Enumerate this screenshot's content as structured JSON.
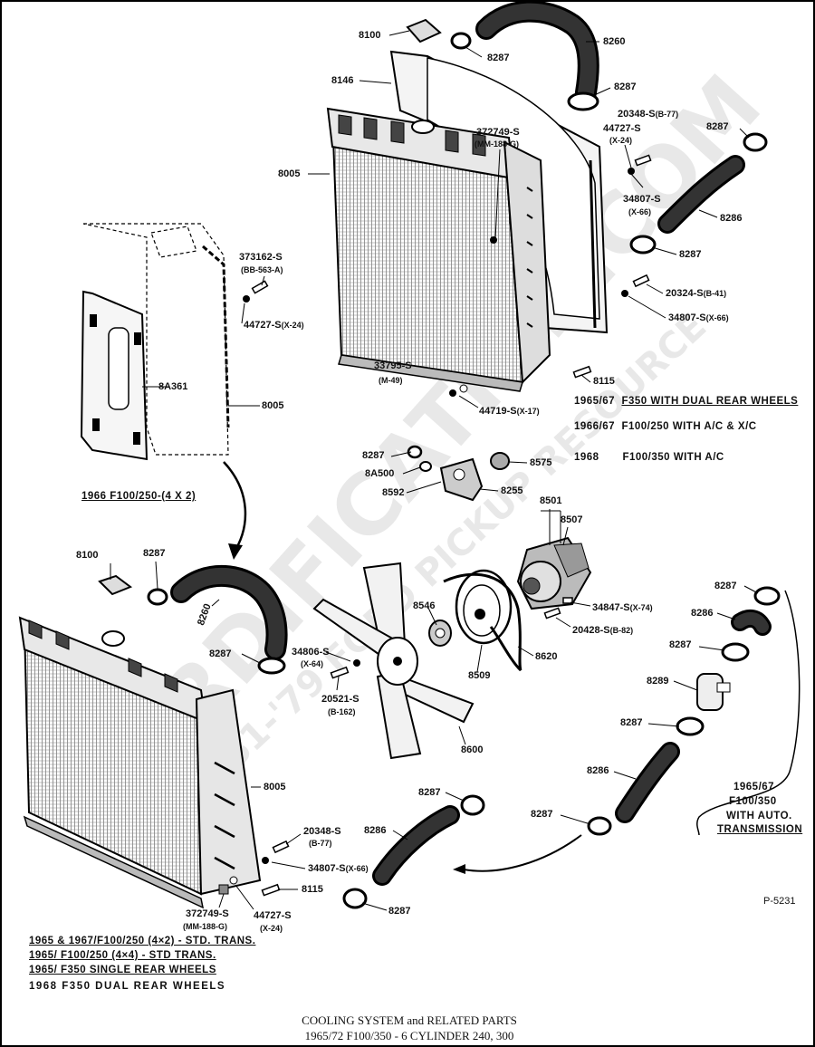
{
  "title": [
    "COOLING SYSTEM and RELATED PARTS",
    "1965/72 F100/350 - 6 CYLINDER 240, 300"
  ],
  "figure_code": "P-5231",
  "watermark": [
    "FORDIFICATION.COM",
    "THE '61-'79 FORD PICKUP RESOURCE"
  ],
  "part_labels": {
    "p8100_top": "8100",
    "p8287_a": "8287",
    "p8260_top": "8260",
    "p8287_b": "8287",
    "p8146": "8146",
    "p20348_top": "20348-S",
    "p20348_top_code": "(B-77)",
    "p44727_top": "44727-S",
    "p44727_top_code": "(X-24)",
    "p8287_c": "8287",
    "p372749_top": "372749-S",
    "p372749_top_code": "(MM-188-G)",
    "p8005_top": "8005",
    "p34807_top": "34807-S",
    "p34807_top_code": "(X-66)",
    "p8286_top": "8286",
    "p8287_d": "8287",
    "p20324": "20324-S",
    "p20324_code": "(B-41)",
    "p34807_b": "34807-S",
    "p34807_b_code": "(X-66)",
    "p373162": "373162-S",
    "p373162_code": "(BB-563-A)",
    "p44727_left": "44727-S",
    "p44727_left_code": "(X-24)",
    "p8A361": "8A361",
    "p8005_mid": "8005",
    "p33795": "33795-S",
    "p33795_code": "(M-49)",
    "p8115_top": "8115",
    "p44719": "44719-S",
    "p44719_code": "(X-17)",
    "p8287_e": "8287",
    "p8A500": "8A500",
    "p8575": "8575",
    "p8592": "8592",
    "p8255": "8255",
    "p8501": "8501",
    "p8507": "8507",
    "p8100_bot": "8100",
    "p8287_f": "8287",
    "p8260_bot": "8260",
    "p8287_g": "8287",
    "p34806": "34806-S",
    "p34806_code": "(X-64)",
    "p8546": "8546",
    "p34847": "34847-S",
    "p34847_code": "(X-74)",
    "p20428": "20428-S",
    "p20428_code": "(B-82)",
    "p8620": "8620",
    "p8509": "8509",
    "p20521": "20521-S",
    "p20521_code": "(B-162)",
    "p8600": "8600",
    "p8287_h": "8287",
    "p8286_r1": "8286",
    "p8287_i": "8287",
    "p8289": "8289",
    "p8287_j": "8287",
    "p8286_r2": "8286",
    "p8287_k": "8287",
    "p8005_bot": "8005",
    "p8287_l": "8287",
    "p8286_bot": "8286",
    "p20348_bot": "20348-S",
    "p20348_bot_code": "(B-77)",
    "p34807_bot": "34807-S",
    "p34807_bot_code": "(X-66)",
    "p8115_bot": "8115",
    "p372749_bot": "372749-S",
    "p372749_bot_code": "(MM-188-G)",
    "p44727_bot": "44727-S",
    "p44727_bot_code": "(X-24)",
    "p8287_m": "8287"
  },
  "applications_top": [
    {
      "year": "1965/67",
      "model": "F350 WITH DUAL REAR WHEELS"
    },
    {
      "year": "1966/67",
      "model": "F100/250 WITH A/C & X/C"
    },
    {
      "year": "1968",
      "model": "F100/350 WITH A/C"
    }
  ],
  "caption_4x2": "1966 F100/250-(4 X 2)",
  "auto_trans_note": [
    "1965/67",
    "F100/350",
    "WITH AUTO.",
    "TRANSMISSION"
  ],
  "applications_bottom": [
    "1965 & 1967/F100/250 (4×2) - STD. TRANS.",
    "1965/ F100/250 (4×4) - STD TRANS.",
    "1965/ F350 SINGLE REAR WHEELS",
    "1968 F350 DUAL REAR WHEELS"
  ]
}
